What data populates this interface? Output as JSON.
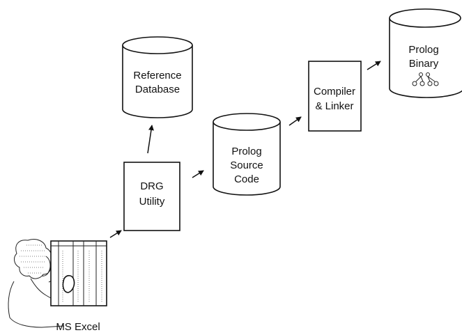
{
  "nodes": {
    "reference_database": {
      "line1": "Reference",
      "line2": "Database"
    },
    "drg_utility": {
      "line1": "DRG",
      "line2": "Utility"
    },
    "prolog_source_code": {
      "line1": "Prolog",
      "line2": "Source",
      "line3": "Code"
    },
    "compiler_linker": {
      "line1": "Compiler",
      "line2": "& Linker"
    },
    "prolog_binary": {
      "line1": "Prolog",
      "line2": "Binary"
    },
    "ms_excel": {
      "label": "MS Excel"
    }
  },
  "colors": {
    "stroke": "#111111",
    "background": "#ffffff"
  }
}
